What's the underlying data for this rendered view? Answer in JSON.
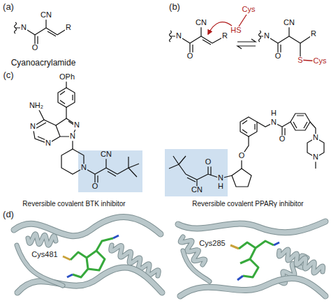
{
  "diagram": {
    "labels": [
      "(a)",
      "CN",
      "N",
      "R",
      "O",
      "Cyanoacrylamide",
      "(b)",
      "Cys",
      "HS",
      "CN",
      "N",
      "R",
      "O",
      "CN",
      "N",
      "R",
      "O",
      "S",
      "Cys",
      "(c)",
      "OPh",
      "NH₂",
      "N",
      "N",
      "N",
      "N",
      "N",
      "CN",
      "O",
      "Reversible covalent BTK inhibitor",
      "H",
      "N",
      "O",
      "N",
      "N",
      "O",
      "O",
      "N",
      "H",
      "CN",
      "Reversible covalent PPARγ inhibitor",
      "(d)",
      "Cys481",
      "Cys285"
    ]
  }
}
